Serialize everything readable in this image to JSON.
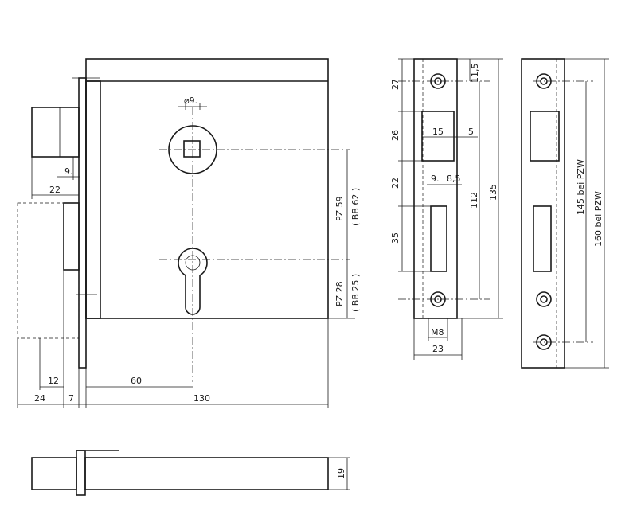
{
  "dims": {
    "d9_top": "⌀9.",
    "d9_left": "9.",
    "d22": "22",
    "pz59": "PZ 59",
    "bb62": "( BB 62 )",
    "pz28": "PZ 28",
    "bb25": "( BB 25 )",
    "d12": "12",
    "d60": "60",
    "d24": "24",
    "d7": "7",
    "d130": "130",
    "d19": "19",
    "d27": "27",
    "d11_5": "11,5",
    "d26": "26",
    "d15": "15",
    "d5": "5",
    "d9_mid": "9.",
    "d8_5": "8,5",
    "d22_mid": "22",
    "d35": "35",
    "d112": "112",
    "d135": "135",
    "m8": "M8",
    "d23": "23",
    "pzw145": "145 bei PZW",
    "pzw160": "160 bei PZW"
  }
}
